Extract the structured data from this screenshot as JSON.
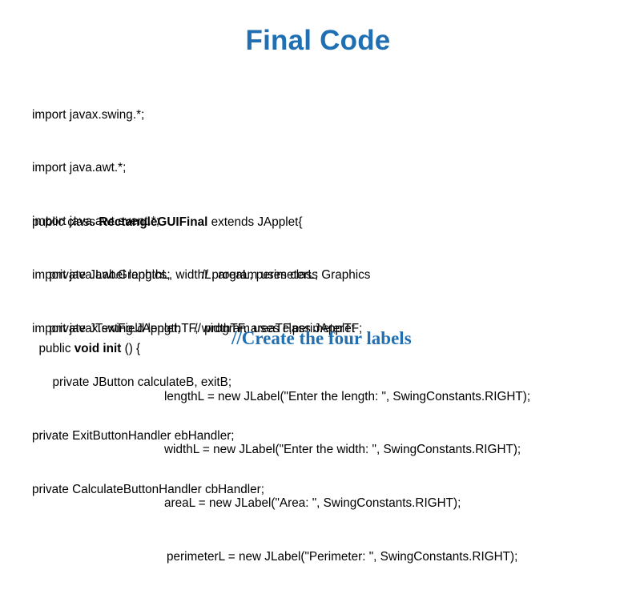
{
  "slide": {
    "background_color": "#ffffff",
    "accent_color": "#1F6FB2",
    "text_color": "#000000"
  },
  "title": {
    "text": "Final Code"
  },
  "imports": {
    "lines": [
      {
        "code": "import javax.swing.*;",
        "comment": ""
      },
      {
        "code": "import java.awt.*;",
        "comment": ""
      },
      {
        "code": "import java.awt.event.*;",
        "comment": ""
      },
      {
        "code": "import java.awt.Graphics;",
        "comment": "// program uses class Graphics"
      },
      {
        "code": "import javax.swing.JApplet;",
        "comment": "// program uses class JApplet"
      }
    ],
    "line_1": "import javax.swing.*;",
    "line_2": "import java.awt.*;",
    "line_3": "import java.awt.event.*;",
    "line_4_code": "import java.awt.Graphics;",
    "line_4_comment": "// program uses class Graphics",
    "line_5_code": "import javax.swing.JApplet;",
    "line_5_comment": "// program uses class JApplet"
  },
  "class_decl": {
    "prefix": "public class ",
    "class_name": "RectangleGUIFinal",
    "suffix": " extends JApplet{",
    "fields": [
      "     private JLabel lengthL, widthL, areaL, perimeterL;",
      "     private JTextField lengthTF, widthTF, areaTF,perimeterTF;",
      "      private JButton calculateB, exitB;",
      "private ExitButtonHandler ebHandler;",
      "private CalculateButtonHandler cbHandler;"
    ],
    "field_1": "     private JLabel lengthL, widthL, areaL, perimeterL;",
    "field_2": "     private JTextField lengthTF, widthTF, areaTF,perimeterTF;",
    "field_3": "      private JButton calculateB, exitB;",
    "field_4": "private ExitButtonHandler ebHandler;",
    "field_5": "private CalculateButtonHandler cbHandler;"
  },
  "init_method": {
    "prefix": "  public ",
    "bold_part": "void init",
    "suffix": " () {"
  },
  "section_comment": {
    "text": "//Create the four labels",
    "color": "#1F6FB2"
  },
  "label_statements": {
    "lines": [
      "lengthL = new JLabel(\"Enter the length: \", SwingConstants.RIGHT);",
      "widthL = new JLabel(\"Enter the width: \", SwingConstants.RIGHT);",
      "areaL = new JLabel(\"Area: \", SwingConstants.RIGHT);",
      "perimeterL = new JLabel(\"Perimeter: \", SwingConstants.RIGHT);"
    ],
    "line_1": "lengthL = new JLabel(\"Enter the length: \", SwingConstants.RIGHT);",
    "line_2": "widthL = new JLabel(\"Enter the width: \", SwingConstants.RIGHT);",
    "line_3": "areaL = new JLabel(\"Area: \", SwingConstants.RIGHT);",
    "line_4": "perimeterL = new JLabel(\"Perimeter: \", SwingConstants.RIGHT);"
  }
}
